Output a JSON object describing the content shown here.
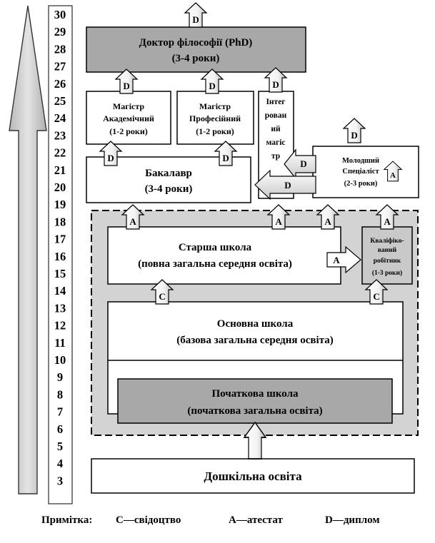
{
  "age_scale": [
    "30",
    "29",
    "28",
    "27",
    "26",
    "25",
    "24",
    "23",
    "22",
    "21",
    "20",
    "19",
    "18",
    "17",
    "16",
    "15",
    "14",
    "13",
    "12",
    "11",
    "10",
    "9",
    "8",
    "7",
    "6",
    "5",
    "4",
    "3"
  ],
  "levels": {
    "phd": {
      "line1": "Доктор філософії (PhD)",
      "line2": "(3-4 роки)"
    },
    "master_academic": {
      "line1": "Магістр",
      "line2": "Академічний",
      "line3": "(1-2 роки)"
    },
    "master_professional": {
      "line1": "Магістр",
      "line2": "Професійний",
      "line3": "(1-2 роки)"
    },
    "integrated_master": {
      "lines": [
        "Інтег",
        "рован",
        "ий",
        "магіс",
        "тр"
      ]
    },
    "junior_specialist": {
      "line1": "Молодший",
      "line2": "Спеціаліст",
      "line3": "(2-3 роки)"
    },
    "bachelor": {
      "line1": "Бакалавр",
      "line2": "(3-4 роки)"
    },
    "senior_school": {
      "line1": "Старша школа",
      "line2": "(повна загальна середня освіта)"
    },
    "qualified_worker": {
      "line1": "Кваліфіко-",
      "line2": "ваний",
      "line3": "робітник",
      "line4": "(1-3 роки)"
    },
    "basic_school": {
      "line1": "Основна школа",
      "line2": "(базова загальна середня освіта)"
    },
    "primary_school": {
      "line1": "Початкова школа",
      "line2": "(початкова загальна освіта)"
    },
    "preschool": {
      "line1": "Дошкільна освіта"
    }
  },
  "credentials": {
    "D": "D",
    "A": "A",
    "C": "C"
  },
  "legend": {
    "label": "Примітка:",
    "c": "C—свідоцтво",
    "a": "A—атестат",
    "d": "D—диплом"
  }
}
